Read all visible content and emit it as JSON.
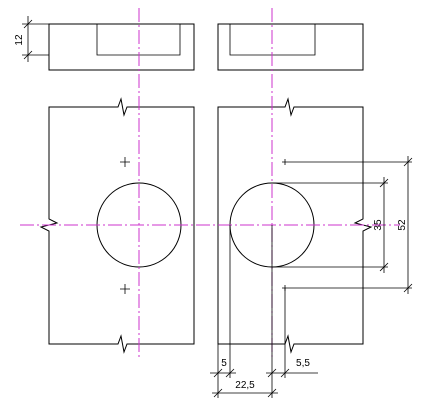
{
  "dimensions": {
    "left_view_thickness": "12",
    "right_edge_to_left_hole_edge": "5",
    "hole_offset": "22,5",
    "center_to_marker_offset": "5,5",
    "hole_diameter": "35",
    "marker_spacing": "52"
  },
  "colors": {
    "outline": "#000000",
    "centerline": "#cc33cc"
  }
}
